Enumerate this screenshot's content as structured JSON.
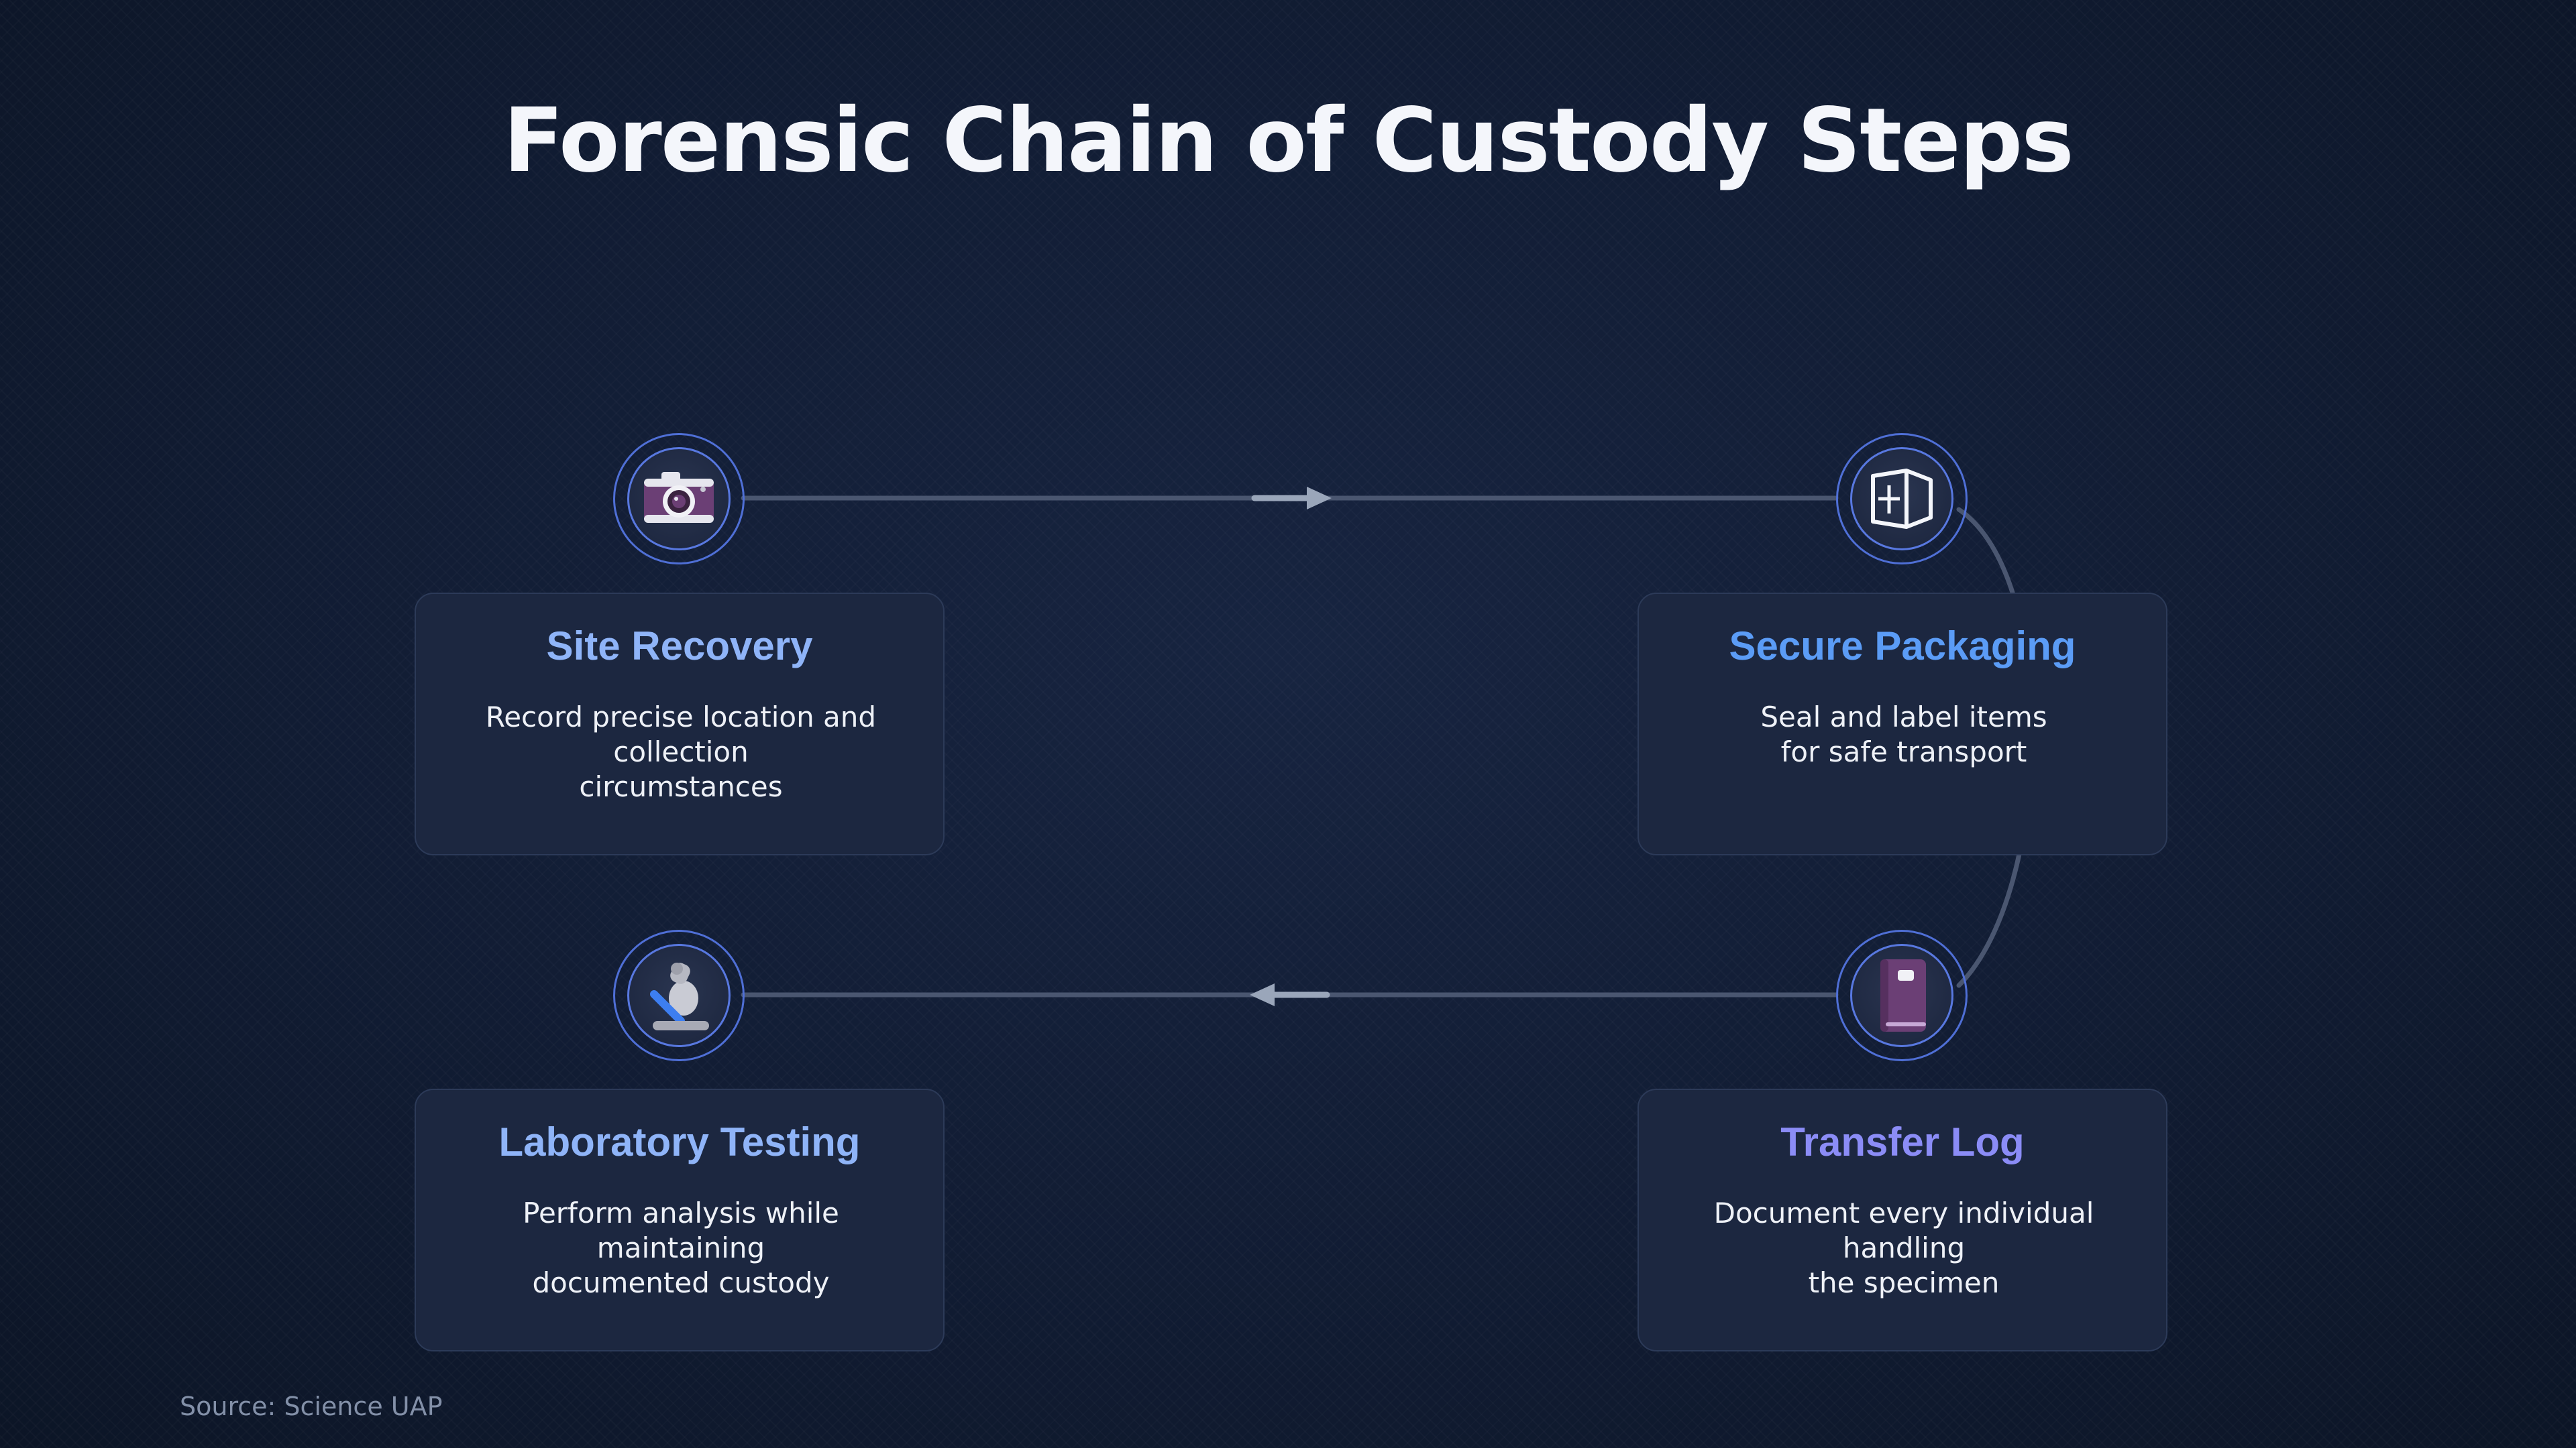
{
  "title": "Forensic Chain of Custody Steps",
  "source": "Source: Science UAP",
  "colors": {
    "background": "#0f1a2e",
    "card_background": "#1c2740",
    "card_border": "#2c3a58",
    "ring": "#4f6fd6",
    "connector": "#4a5670",
    "arrow": "#9aa6ba",
    "title_blue_light": "#8fb4f8",
    "title_blue": "#5b9cf6",
    "title_violet": "#8b8cf6"
  },
  "steps": [
    {
      "title": "Site Recovery",
      "description": "Record precise location and collection\ncircumstances",
      "icon": "camera-icon",
      "title_color": "#8fb4f8"
    },
    {
      "title": "Secure Packaging",
      "description": "Seal and label items\nfor safe transport",
      "icon": "package-icon",
      "title_color": "#5b9cf6"
    },
    {
      "title": "Transfer Log",
      "description": "Document every individual handling\nthe specimen",
      "icon": "notebook-icon",
      "title_color": "#8b8cf6"
    },
    {
      "title": "Laboratory Testing",
      "description": "Perform analysis while maintaining\ndocumented custody",
      "icon": "microscope-icon",
      "title_color": "#8fb4f8"
    }
  ]
}
